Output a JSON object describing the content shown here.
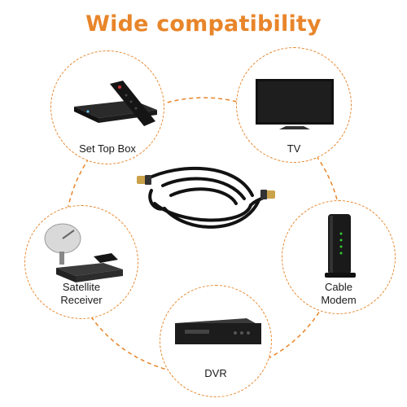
{
  "title": {
    "text": "Wide compatibility",
    "color": "#e8852a"
  },
  "accent_color": "#e8852a",
  "center_product": {
    "icon": "coaxial-cable-icon"
  },
  "devices": {
    "set_top_box": {
      "label": "Set Top Box",
      "icon": "set-top-box-icon"
    },
    "tv": {
      "label": "TV",
      "icon": "tv-icon"
    },
    "satellite_receiver": {
      "label_line1": "Satellite",
      "label_line2": "Receiver",
      "icon": "satellite-receiver-icon"
    },
    "cable_modem": {
      "label_line1": "Cable",
      "label_line2": "Modem",
      "icon": "cable-modem-icon"
    },
    "dvr": {
      "label": "DVR",
      "icon": "dvr-icon"
    }
  }
}
